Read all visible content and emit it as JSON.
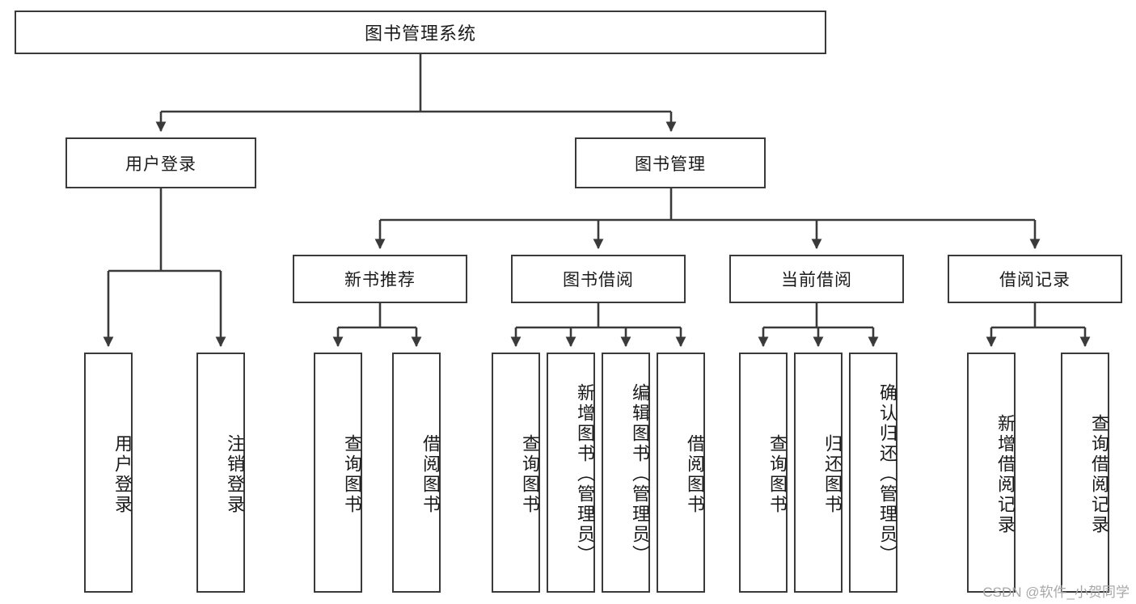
{
  "diagram": {
    "title": "图书管理系统",
    "type": "hierarchy-tree",
    "watermark": "CSDN @软件_小贺同学",
    "root": {
      "label": "图书管理系统"
    },
    "level2": [
      {
        "label": "用户登录"
      },
      {
        "label": "图书管理"
      }
    ],
    "level3": [
      {
        "label": "新书推荐"
      },
      {
        "label": "图书借阅"
      },
      {
        "label": "当前借阅"
      },
      {
        "label": "借阅记录"
      }
    ],
    "leaves": {
      "user_login": [
        {
          "label": "用户登录"
        },
        {
          "label": "注销登录"
        }
      ],
      "new_book_recommend": [
        {
          "label": "查询图书"
        },
        {
          "label": "借阅图书"
        }
      ],
      "book_borrow": [
        {
          "label": "查询图书"
        },
        {
          "label": "新增图书（管理员）"
        },
        {
          "label": "编辑图书（管理员）"
        },
        {
          "label": "借阅图书"
        }
      ],
      "current_borrow": [
        {
          "label": "查询图书"
        },
        {
          "label": "归还图书"
        },
        {
          "label": "确认归还（管理员）"
        }
      ],
      "borrow_record": [
        {
          "label": "新增借阅记录"
        },
        {
          "label": "查询借阅记录"
        }
      ]
    },
    "colors": {
      "stroke": "#3a3a3a",
      "fill": "#ffffff",
      "text": "#1a1a1a",
      "watermark": "#a8a8a8"
    }
  }
}
